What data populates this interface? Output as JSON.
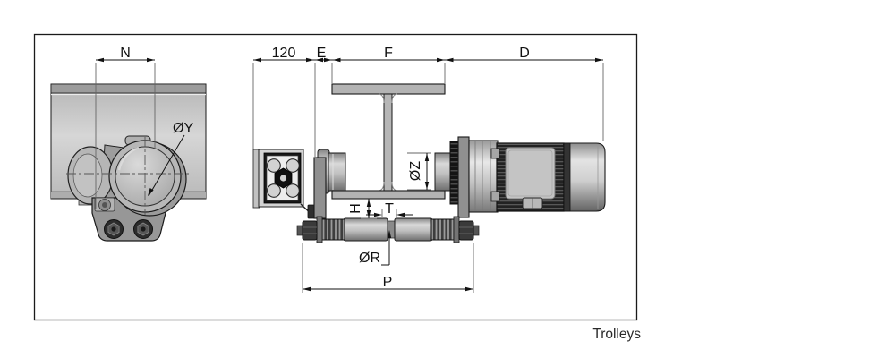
{
  "caption": "Trolleys",
  "side_view": {
    "dim_n": "N",
    "dia_y": "ØY"
  },
  "front_view": {
    "dim_offset": "120",
    "dim_e": "E",
    "dim_f": "F",
    "dim_d": "D",
    "dia_z": "ØZ",
    "dim_h": "H",
    "dim_t": "T",
    "dia_r": "ØR",
    "dim_p": "P"
  },
  "colors": {
    "line": "#1a1a1a",
    "dim_text": "#111111",
    "steel_light": "#d4d4d4",
    "steel_mid": "#9a9a9a",
    "steel_dark": "#2a2a2a",
    "background": "#ffffff"
  }
}
